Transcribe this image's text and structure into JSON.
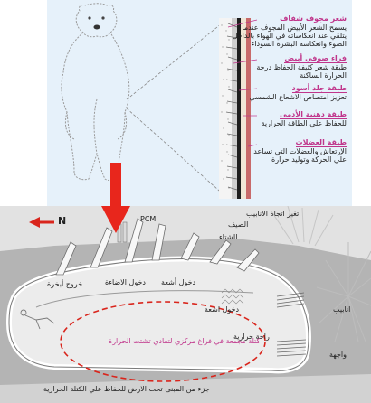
{
  "top_labels": [
    {
      "title": "شعر مجوف شفاف",
      "body": [
        "يسمح الشعر الأبيض المجوف عندما",
        "يتلقي عند انعكاساته في الهواء بالداخل",
        "الضوء وانعكاسه البشرة السوداء"
      ]
    },
    {
      "title": "فراء صوفي أبيض",
      "body": [
        "طبقة شعر كثيفة الحفاظ درجة",
        "الحرارة الساكنة"
      ]
    },
    {
      "title": "طبقة جلد أسود",
      "body": [
        "تعزيز امتصاص الاشعاع الشمسي"
      ]
    },
    {
      "title": "طبقة دهنية الأدمى",
      "body": [
        "للحفاظ علي الطاقة الحرارية"
      ]
    },
    {
      "title": "طبقة العضلات",
      "body": [
        "الإرتعاش والعضلات التي تساعد",
        "علي الحركة وتوليد حرارة"
      ]
    }
  ],
  "bottom_labels": {
    "north": "N",
    "pcm": "PCM",
    "summer": "الصيف",
    "winter": "الشتاء",
    "pipes_dir": "تغير اتجاه الانابيب",
    "air_exit": "خروج أبخرة",
    "light_entry": "دخول الاضاءة",
    "sun_entry": "دخول أشعة",
    "air_entry": "دخول اشعة",
    "pipes": "انابيب",
    "thermal_comfort": "راحة حرارية",
    "facade": "واجهة",
    "central_mass": "كتلة مجمعة في فراغ مركزي لتفادي تشتت الحرارة",
    "underground": "جزء من المبنى تحت الارض للحفاظ علي الكتلة الحرارية"
  },
  "colors": {
    "arrow": "#e8261c",
    "accent": "#c0358b",
    "ellipse": "#d9251c"
  }
}
